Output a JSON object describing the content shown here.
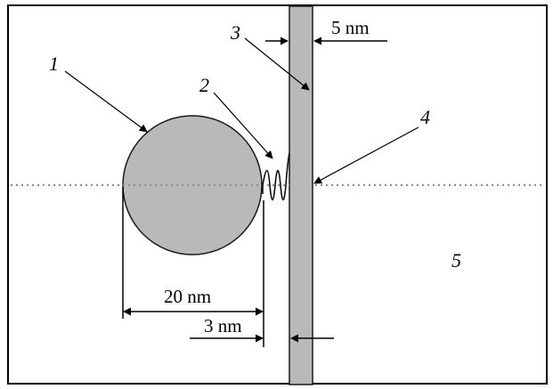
{
  "labels": {
    "particle": "1",
    "spring": "2",
    "membrane": "3",
    "contact_point": "4",
    "medium": "5"
  },
  "dimensions": {
    "membrane_thickness": "5 nm",
    "particle_diameter": "20 nm",
    "gap": "3 nm"
  },
  "colors": {
    "fill": "#b9b9b9",
    "stroke": "#1a1a1a",
    "axis": "#8c8c8c",
    "background": "#ffffff"
  }
}
